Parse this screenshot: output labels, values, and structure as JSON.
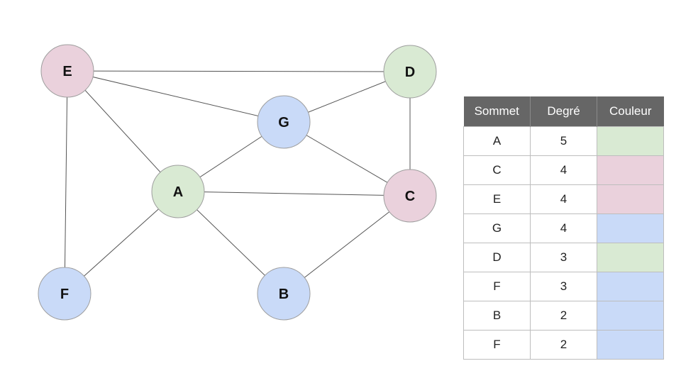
{
  "colors": {
    "green": "#d9ead3",
    "pink": "#ead1dc",
    "blue": "#c9daf8",
    "header_bg": "#666666"
  },
  "graph": {
    "nodes": [
      {
        "id": "E",
        "color": "pink"
      },
      {
        "id": "D",
        "color": "green"
      },
      {
        "id": "G",
        "color": "blue"
      },
      {
        "id": "A",
        "color": "green"
      },
      {
        "id": "C",
        "color": "pink"
      },
      {
        "id": "F",
        "color": "blue"
      },
      {
        "id": "B",
        "color": "blue"
      }
    ],
    "edges": [
      [
        "E",
        "D"
      ],
      [
        "E",
        "G"
      ],
      [
        "E",
        "A"
      ],
      [
        "E",
        "F"
      ],
      [
        "D",
        "G"
      ],
      [
        "D",
        "C"
      ],
      [
        "G",
        "A"
      ],
      [
        "G",
        "C"
      ],
      [
        "A",
        "C"
      ],
      [
        "A",
        "F"
      ],
      [
        "A",
        "B"
      ],
      [
        "C",
        "B"
      ]
    ]
  },
  "table": {
    "headers": [
      "Sommet",
      "Degré",
      "Couleur"
    ],
    "rows": [
      {
        "sommet": "A",
        "degre": "5",
        "couleur": "green"
      },
      {
        "sommet": "C",
        "degre": "4",
        "couleur": "pink"
      },
      {
        "sommet": "E",
        "degre": "4",
        "couleur": "pink"
      },
      {
        "sommet": "G",
        "degre": "4",
        "couleur": "blue"
      },
      {
        "sommet": "D",
        "degre": "3",
        "couleur": "green"
      },
      {
        "sommet": "F",
        "degre": "3",
        "couleur": "blue"
      },
      {
        "sommet": "B",
        "degre": "2",
        "couleur": "blue"
      },
      {
        "sommet": "F",
        "degre": "2",
        "couleur": "blue"
      }
    ]
  }
}
